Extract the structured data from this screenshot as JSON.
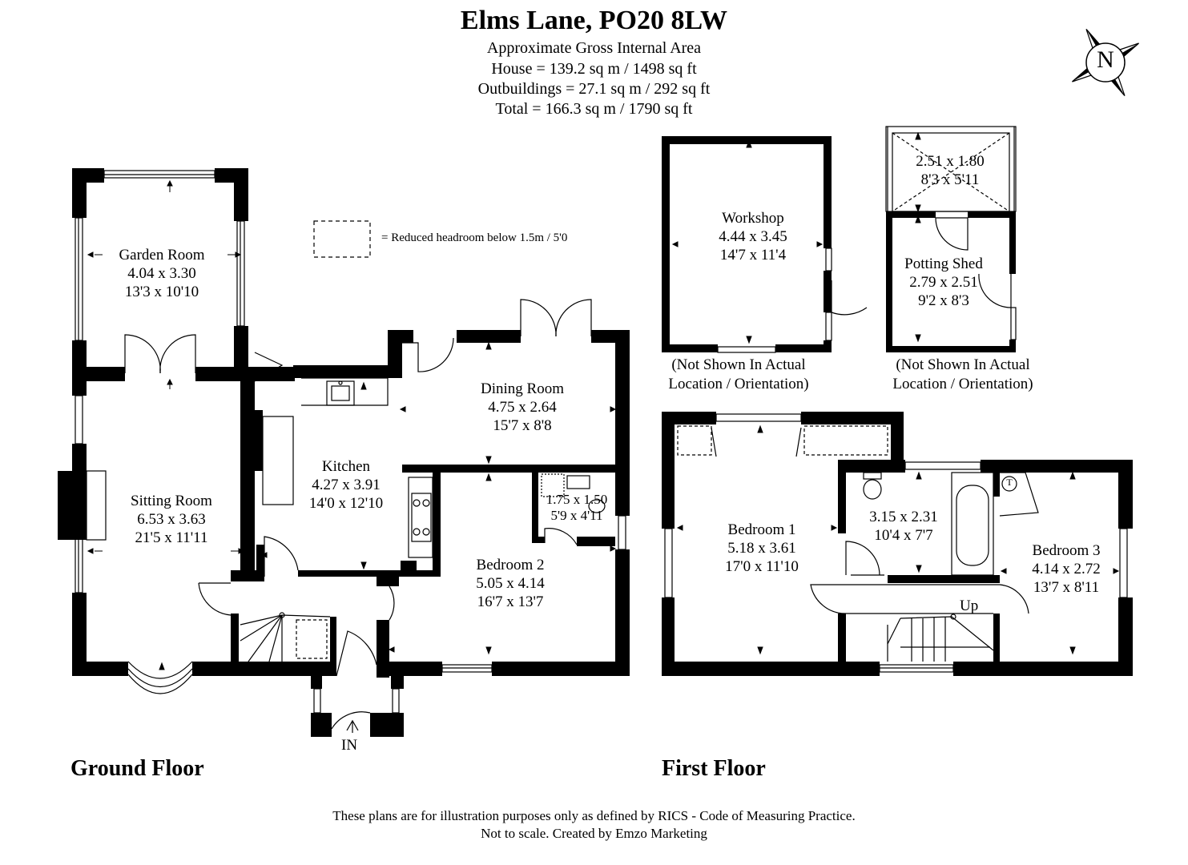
{
  "header": {
    "title": "Elms Lane, PO20 8LW",
    "area_heading": "Approximate Gross Internal Area",
    "house_area": "House = 139.2 sq m / 1498 sq ft",
    "outbuildings_area": "Outbuildings = 27.1 sq m / 292 sq ft",
    "total_area": "Total = 166.3 sq m / 1790 sq ft"
  },
  "compass": {
    "letter": "N"
  },
  "legend": {
    "text": "= Reduced headroom below 1.5m / 5'0"
  },
  "ground_floor": {
    "label": "Ground Floor",
    "entrance": "IN",
    "rooms": {
      "garden_room": {
        "name": "Garden Room",
        "metric": "4.04 x 3.30",
        "imperial": "13'3 x 10'10"
      },
      "sitting_room": {
        "name": "Sitting Room",
        "metric": "6.53 x 3.63",
        "imperial": "21'5 x 11'11"
      },
      "kitchen": {
        "name": "Kitchen",
        "metric": "4.27 x 3.91",
        "imperial": "14'0 x 12'10"
      },
      "dining_room": {
        "name": "Dining Room",
        "metric": "4.75 x 2.64",
        "imperial": "15'7 x 8'8"
      },
      "ensuite": {
        "metric": "1.75 x 1.50",
        "imperial": "5'9 x 4'11"
      },
      "bedroom_2": {
        "name": "Bedroom 2",
        "metric": "5.05 x 4.14",
        "imperial": "16'7 x 13'7"
      }
    }
  },
  "outbuildings": {
    "workshop": {
      "name": "Workshop",
      "metric": "4.44 x 3.45",
      "imperial": "14'7 x 11'4"
    },
    "store": {
      "metric": "2.51 x 1.80",
      "imperial": "8'3 x 5'11"
    },
    "potting_shed": {
      "name": "Potting Shed",
      "metric": "2.79 x 2.51",
      "imperial": "9'2 x 8'3"
    },
    "note_line1": "(Not Shown In Actual",
    "note_line2": "Location / Orientation)"
  },
  "first_floor": {
    "label": "First Floor",
    "stairs": "Up",
    "tank": "T",
    "rooms": {
      "bedroom_1": {
        "name": "Bedroom 1",
        "metric": "5.18 x 3.61",
        "imperial": "17'0 x 11'10"
      },
      "bathroom": {
        "metric": "3.15 x 2.31",
        "imperial": "10'4 x 7'7"
      },
      "bedroom_3": {
        "name": "Bedroom 3",
        "metric": "4.14 x 2.72",
        "imperial": "13'7 x 8'11"
      }
    }
  },
  "footer": {
    "line1": "These plans are for illustration purposes only as defined by RICS - Code of Measuring Practice.",
    "line2": "Not to scale. Created by Emzo Marketing"
  }
}
